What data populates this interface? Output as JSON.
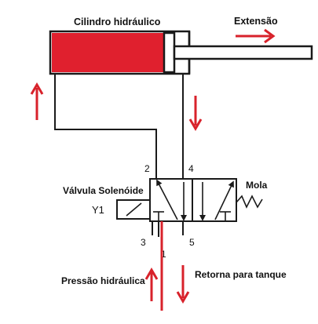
{
  "labels": {
    "cylinder": "Cilindro hidráulico",
    "extension": "Extensão",
    "valve": "Válvula Solenóide",
    "spring": "Mola",
    "solenoid": "Y1",
    "port_2": "2",
    "port_4": "4",
    "port_3": "3",
    "port_1": "1",
    "port_5": "5",
    "pressure": "Pressão hidráulica",
    "return": "Retorna para tanque"
  },
  "colors": {
    "piston_fill": "#e0202e",
    "arrow": "#d8222b",
    "line": "#1a1a1a"
  },
  "icons": {
    "flow_arrow": "red-arrow-icon",
    "spring": "zigzag-spring-icon"
  }
}
